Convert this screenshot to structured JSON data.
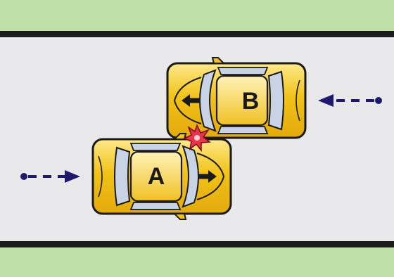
{
  "colors": {
    "grass": "#bfe0a6",
    "road": "#e9e9ec",
    "road_edge": "#1c1c1c",
    "car_body": "#f2c318",
    "car_highlight": "#fde98c",
    "car_outline": "#1a1a1a",
    "glass": "#c9d3e6",
    "arrow": "#1d1a6e",
    "impact": "#e8334a"
  },
  "cars": [
    {
      "label": "A",
      "heading": "right"
    },
    {
      "label": "B",
      "heading": "left"
    }
  ],
  "impact_icon": "collision-star-icon",
  "motion_arrows": [
    {
      "car": "A",
      "direction": "right"
    },
    {
      "car": "B",
      "direction": "left"
    }
  ]
}
